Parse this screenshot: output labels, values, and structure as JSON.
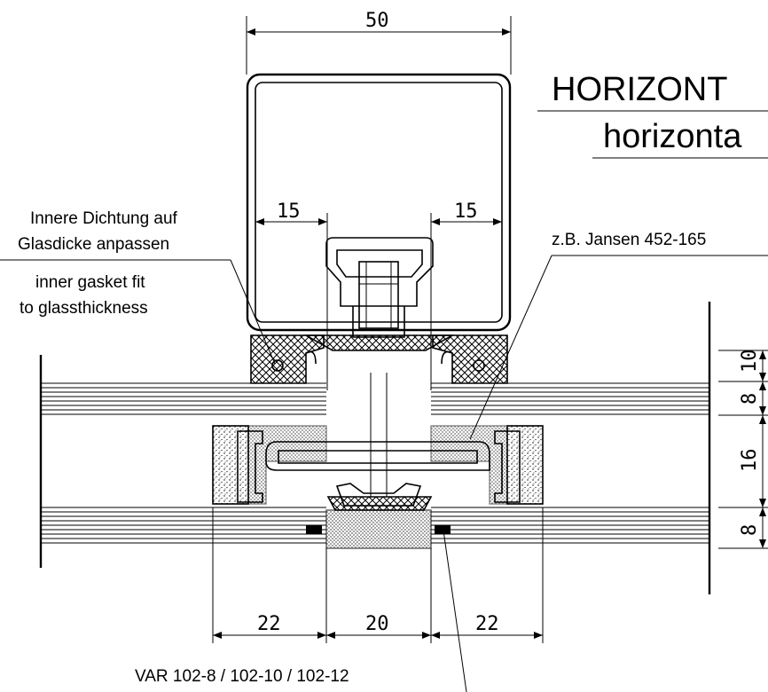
{
  "title": {
    "line1": "HORIZONT",
    "line2": "horizonta"
  },
  "notes": {
    "inner_gasket_de_1": "Innere Dichtung auf",
    "inner_gasket_de_2": "Glasdicke anpassen",
    "inner_gasket_en_1": "inner gasket fit",
    "inner_gasket_en_2": "to glassthickness",
    "jansen_ref": "z.B. Jansen 452-165",
    "var_ref": "VAR 102-8 / 102-10 / 102-12"
  },
  "dimensions": {
    "top_width": "50",
    "left_inset": "15",
    "right_inset": "15",
    "bottom_left": "22",
    "bottom_center": "20",
    "bottom_right": "22",
    "side_1": "10",
    "side_2": "8",
    "side_3": "16",
    "side_4": "8"
  }
}
